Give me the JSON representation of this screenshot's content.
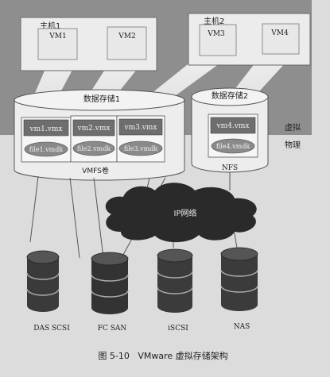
{
  "host1": {
    "label": "主机1",
    "vms": [
      "VM1",
      "VM2"
    ]
  },
  "host2": {
    "label": "主机2",
    "vms": [
      "VM3",
      "VM4"
    ]
  },
  "datastore1": {
    "label": "数据存储1",
    "volume_label": "VMFS卷",
    "vmx_files": [
      "vm1.vmx",
      "vm2.vmx",
      "vm3.vmx"
    ],
    "vmdk_files": [
      "file1.vmdk",
      "file2.vmdk",
      "file3.vmdk"
    ]
  },
  "datastore2": {
    "label": "数据存储2",
    "volume_label": "NFS",
    "vmx_files": [
      "vm4.vmx"
    ],
    "vmdk_files": [
      "file4.vmdk"
    ]
  },
  "layers": {
    "virtual": "虚拟",
    "physical": "物理"
  },
  "network": {
    "label": "IP网络"
  },
  "storage_devices": [
    "DAS SCSI",
    "FC SAN",
    "iSCSI",
    "NAS"
  ],
  "caption": "图 5-10   VMware 虚拟存储架构"
}
